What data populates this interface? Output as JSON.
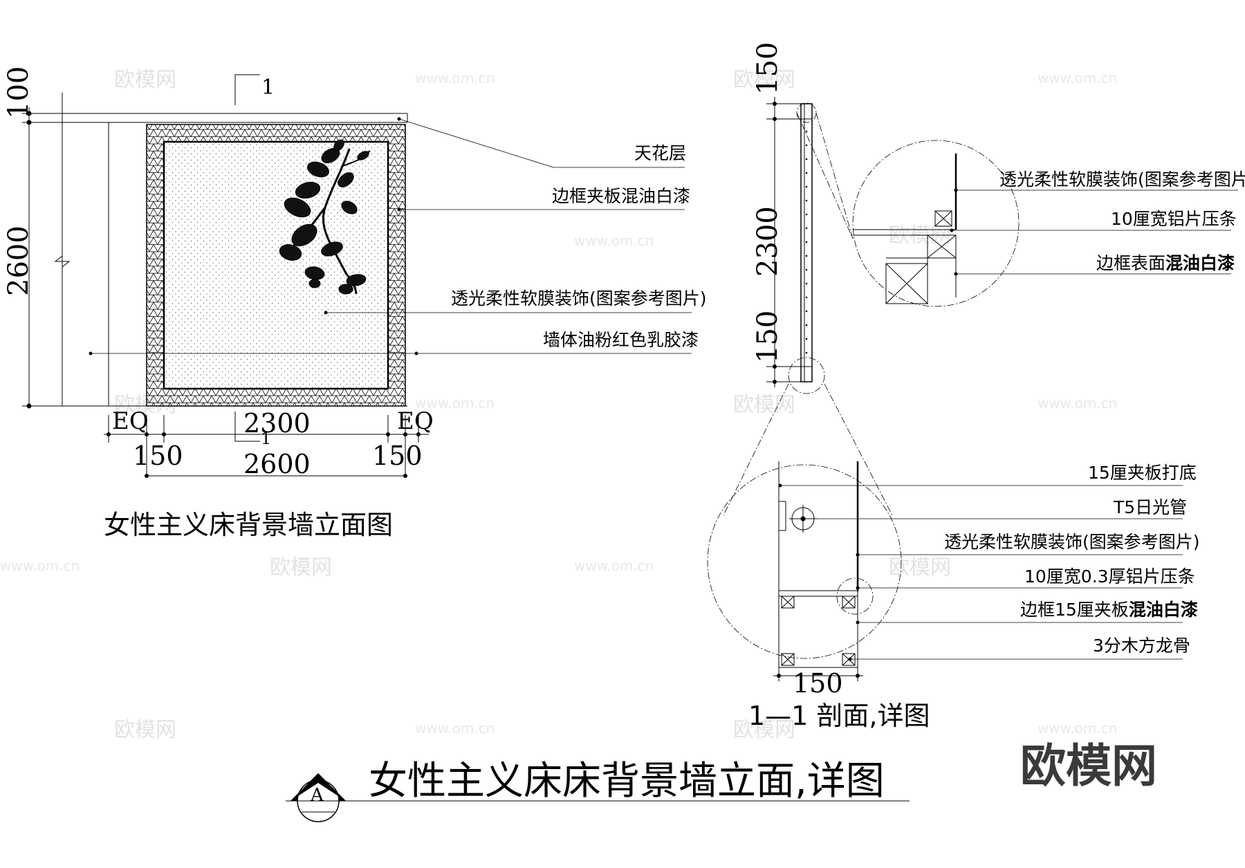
{
  "elevation": {
    "section_marker": "1",
    "dims": {
      "top_band": "100",
      "height": "2600",
      "eq_left": "EQ",
      "eq_right": "EQ",
      "inner_width": "2300",
      "side_left": "150",
      "side_right": "150",
      "total_width": "2600"
    },
    "labels": {
      "ceiling": "天花层",
      "frame": "边框夹板混油白漆",
      "membrane": "透光柔性软膜装饰(图案参考图片)",
      "wall": "墙体油粉红色乳胶漆"
    },
    "title": "女性主义床背景墙立面图"
  },
  "section": {
    "dims": {
      "top": "150",
      "middle": "2300",
      "bottom": "150"
    },
    "upper_detail": {
      "membrane": "透光柔性软膜装饰(图案参考图片)",
      "strip": "10厘宽铝片压条",
      "frame_plain": "边框表面",
      "frame_bold": "混油白漆"
    },
    "lower_detail": {
      "base": "15厘夹板打底",
      "lamp": "T5日光管",
      "membrane": "透光柔性软膜装饰(图案参考图片)",
      "strip": "10厘宽0.3厚铝片压条",
      "frame_plain": "边框15厘夹板",
      "frame_bold": "混油白漆",
      "keel": "3分木方龙骨",
      "width": "150"
    },
    "title": "1—1 剖面,详图"
  },
  "main_title": {
    "symbol": "A",
    "text": "女性主义床床背景墙立面,详图"
  },
  "watermark": {
    "brand": "欧模网",
    "url": "www.om.cn"
  }
}
